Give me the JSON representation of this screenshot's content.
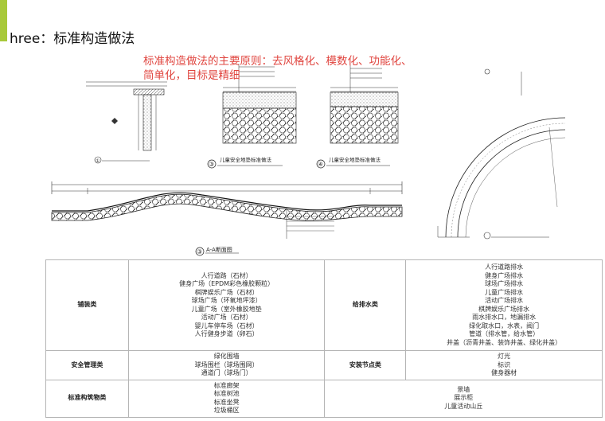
{
  "header": {
    "title": "hree：标准构造做法",
    "accent_color": "#a8c93a"
  },
  "principle": {
    "line1": "标准构造做法的主要原则：去风格化、模数化、功能化、",
    "line2": "简单化，目标是精细",
    "color": "#e0453f"
  },
  "drawings": {
    "d1_label": "①",
    "d3_no": "③",
    "d3_label": "儿童安全地垫标准做法",
    "d4_no": "④",
    "d4_label": "儿童安全地垫标准做法",
    "section_no": "③",
    "section_label": "A-A断面图"
  },
  "table": {
    "rows": [
      {
        "left_cat": "铺装类",
        "left_items": [
          "人行道路（石材）",
          "健身广场（EPDM彩色橡胶颗粒）",
          "棋牌娱乐广场（石材）",
          "球场广场（环氧地坪漆）",
          "儿童广场（室外橡胶地垫",
          "活动广场（石材）",
          "婴儿车停车场（石材）",
          "人行健身步道（卵石）"
        ],
        "right_cat": "给排水类",
        "right_items": [
          "人行道路排水",
          "健身广场排水",
          "球场广场排水",
          "儿童广场排水",
          "活动广场排水",
          "棋牌娱乐广场排水",
          "雨水排水口，地漏排水",
          "绿化取水口，水表，阀门",
          "管道（排水管，给水管）",
          "井盖（沥青井盖、装饰井盖、绿化井盖）"
        ]
      },
      {
        "left_cat": "安全管理类",
        "left_items": [
          "绿化围墙",
          "球场围栏（球场围网）",
          "通道门（球场门）"
        ],
        "right_cat": "安装节点类",
        "right_items": [
          "灯光",
          "标识",
          "健身器材"
        ]
      },
      {
        "left_cat": "标准构筑物类",
        "left_items": [
          "标准廊架",
          "标准树池",
          "标准坐凳",
          "垃圾桶区"
        ],
        "right_items": [
          "景墙",
          "展示柜",
          "儿童活动山丘"
        ]
      }
    ]
  }
}
